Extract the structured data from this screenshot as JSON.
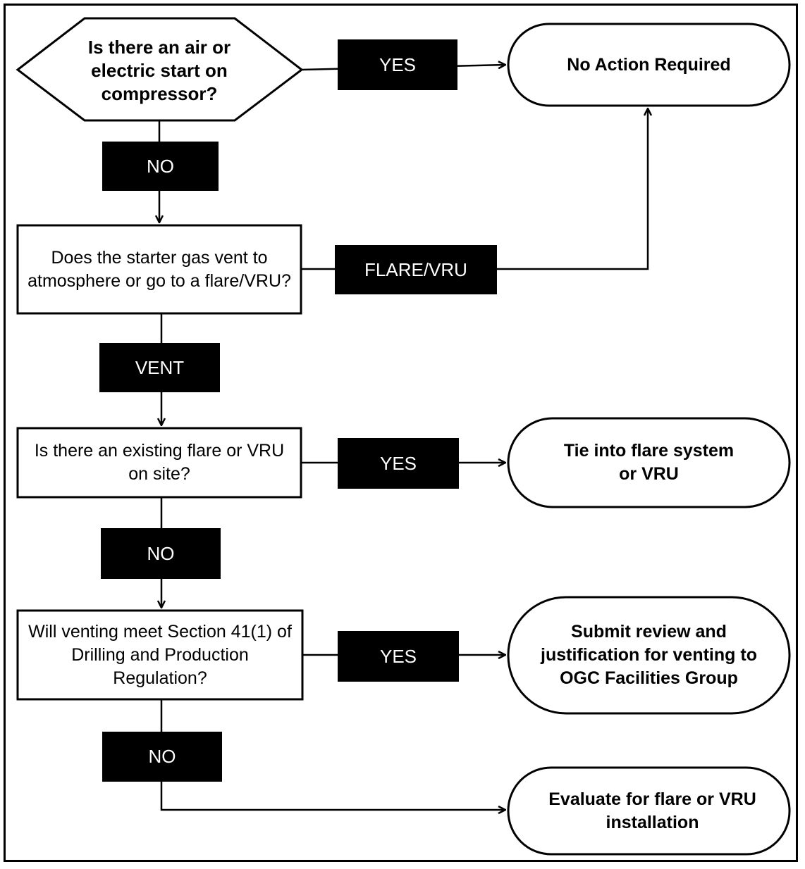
{
  "decision_start": "Is there an air or electric start on compressor?",
  "q_vent": "Does the starter gas vent to atmosphere or go to a flare/VRU?",
  "q_existing": "Is there an existing flare or VRU on site?",
  "q_section": "Will venting meet Section 41(1) of Drilling and Production Regulation?",
  "terminals": {
    "no_action": "No Action Required",
    "tie_in": "Tie into flare system or VRU",
    "submit": "Submit review and justification for venting to OGC Facilities Group",
    "evaluate": "Evaluate for flare or VRU installation"
  },
  "labels": {
    "yes_1": "YES",
    "no_1": "NO",
    "flare_vru": "FLARE/VRU",
    "vent": "VENT",
    "yes_2": "YES",
    "no_2": "NO",
    "yes_3": "YES",
    "no_3": "NO"
  },
  "colors": {
    "line": "#000000",
    "label_bg": "#000000",
    "label_text": "#ffffff"
  }
}
